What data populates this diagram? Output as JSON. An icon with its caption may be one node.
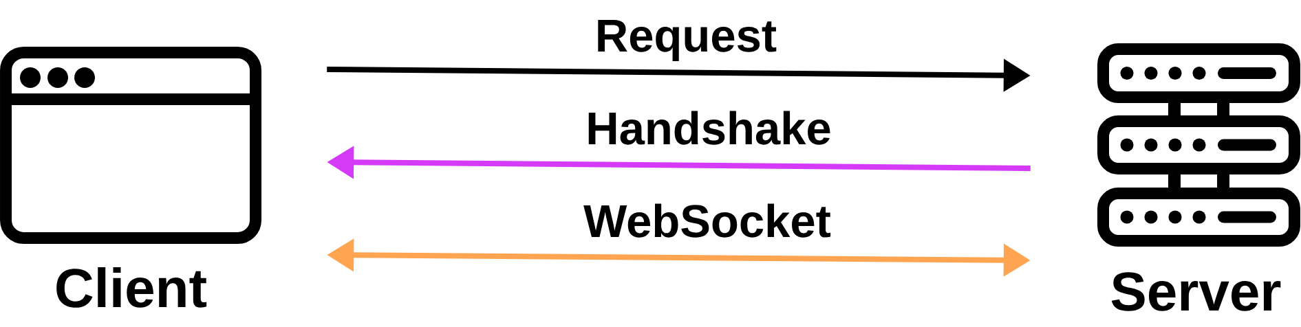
{
  "diagram": {
    "nodes": [
      {
        "text": [
          "Client"
        ]
      },
      {
        "text": [
          "Server"
        ]
      }
    ],
    "edges": [
      {
        "from": 0,
        "to": 1,
        "arrow": "to",
        "label": "Request"
      },
      {
        "from": 1,
        "to": 0,
        "arrow": "to",
        "label": "Handshake",
        "color": "#d53af8"
      },
      {
        "from": 0,
        "to": 1,
        "arrow": "both",
        "label": "WebSocket",
        "color": "#ffa552"
      }
    ]
  }
}
